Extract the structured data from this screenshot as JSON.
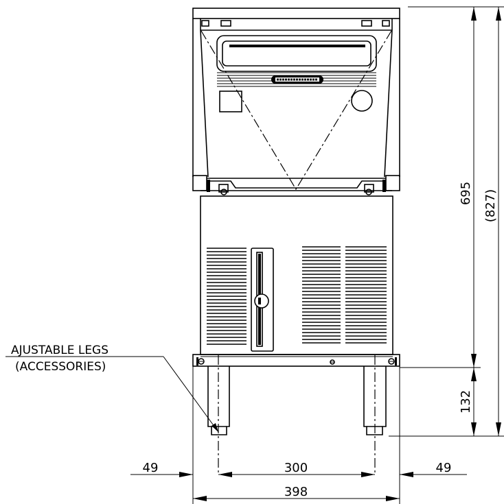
{
  "drawing": {
    "callout": {
      "line1": "AJUSTABLE LEGS",
      "line2": "(ACCESSORIES)"
    },
    "dimensions": {
      "body_height": "695",
      "overall_height": "(827)",
      "leg_height": "132",
      "left_offset": "49",
      "leg_spacing": "300",
      "right_offset": "49",
      "overall_width": "398"
    }
  }
}
